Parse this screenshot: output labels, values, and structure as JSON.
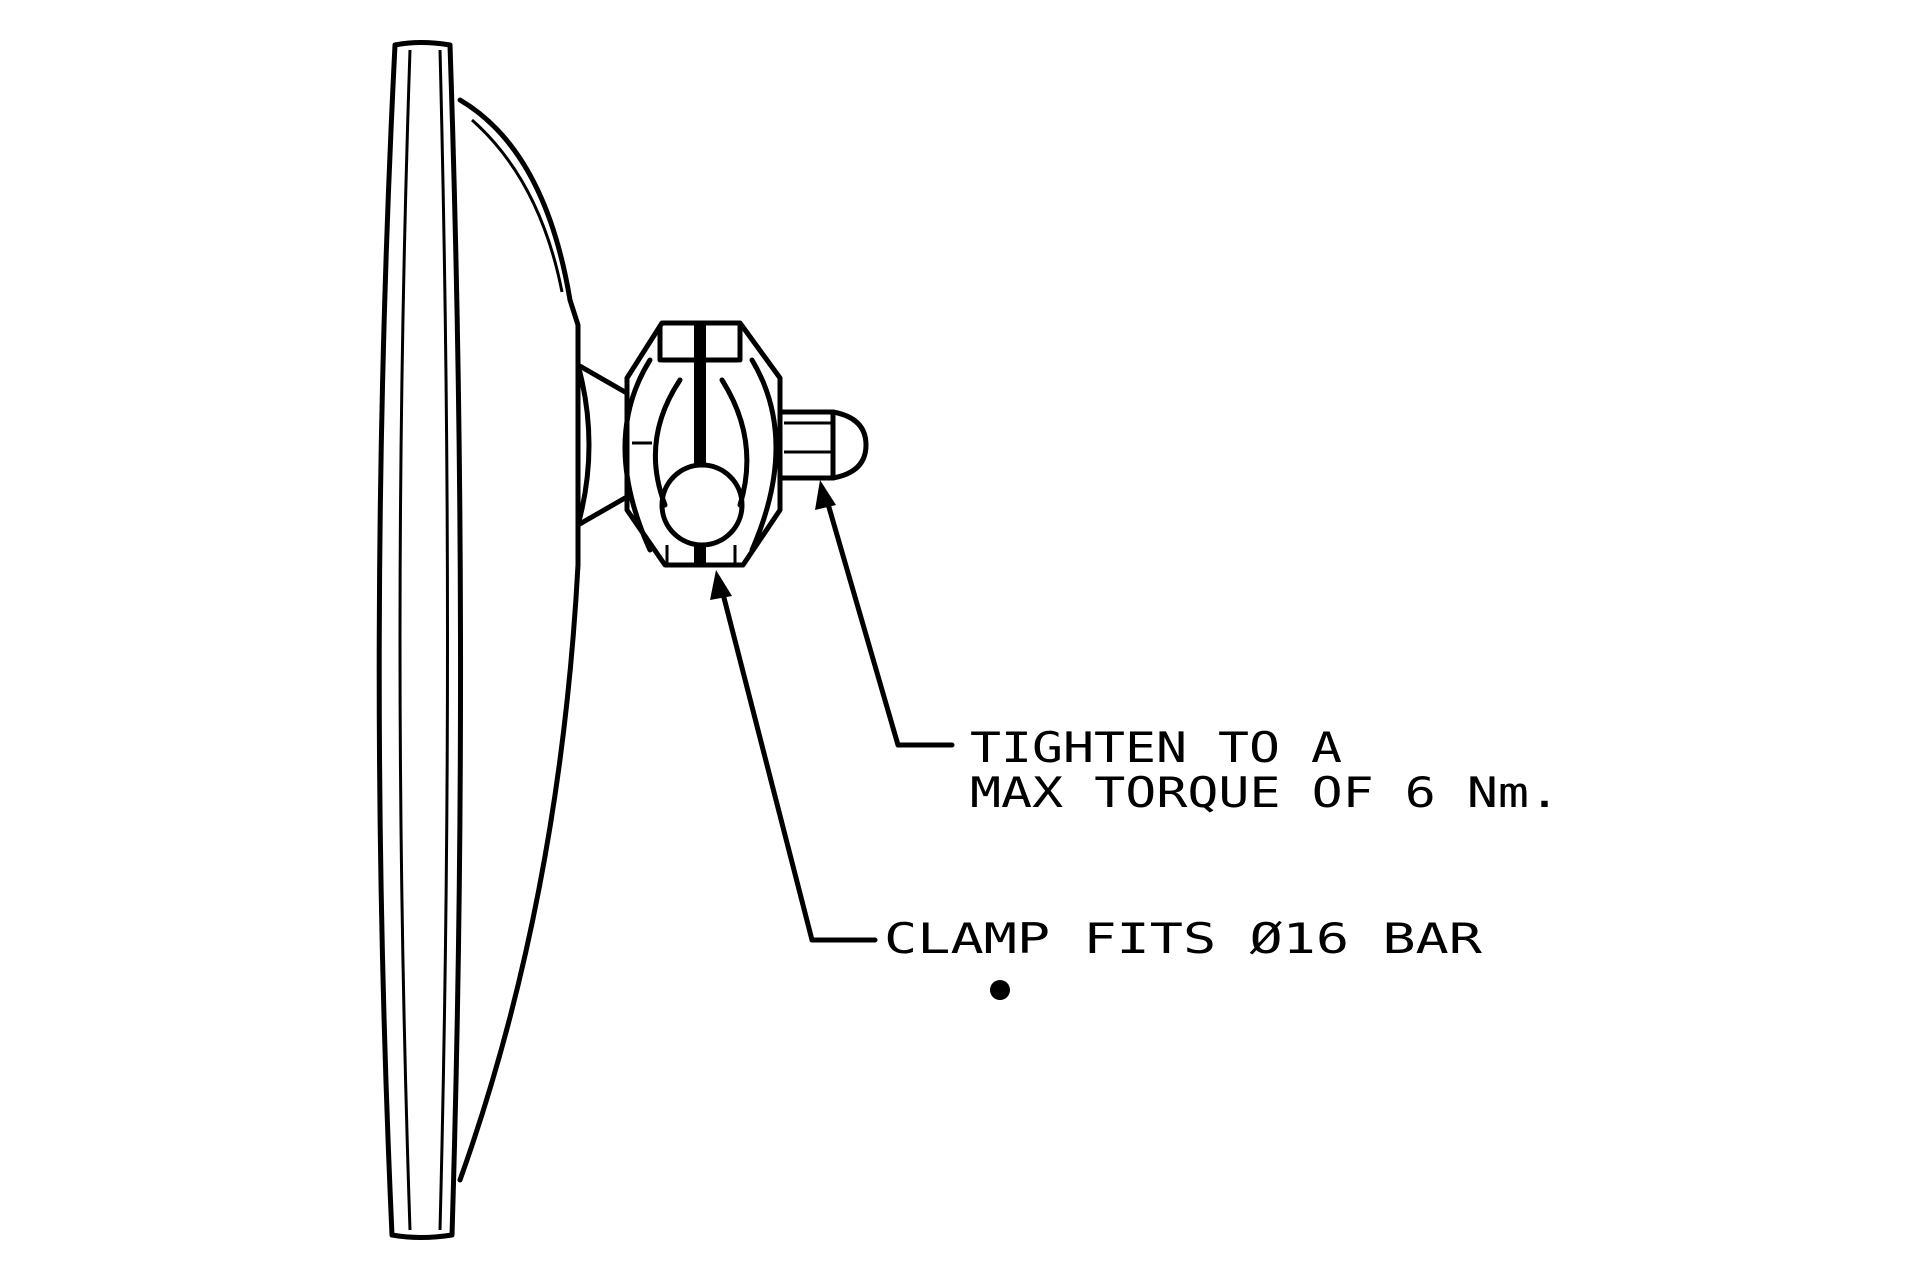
{
  "annotations": {
    "torque_line1": "TIGHTEN TO A",
    "torque_line2": "MAX TORQUE OF 6 Nm.",
    "clamp_note": "CLAMP FITS Ø16 BAR"
  },
  "colors": {
    "line": "#000000",
    "background": "#ffffff"
  }
}
